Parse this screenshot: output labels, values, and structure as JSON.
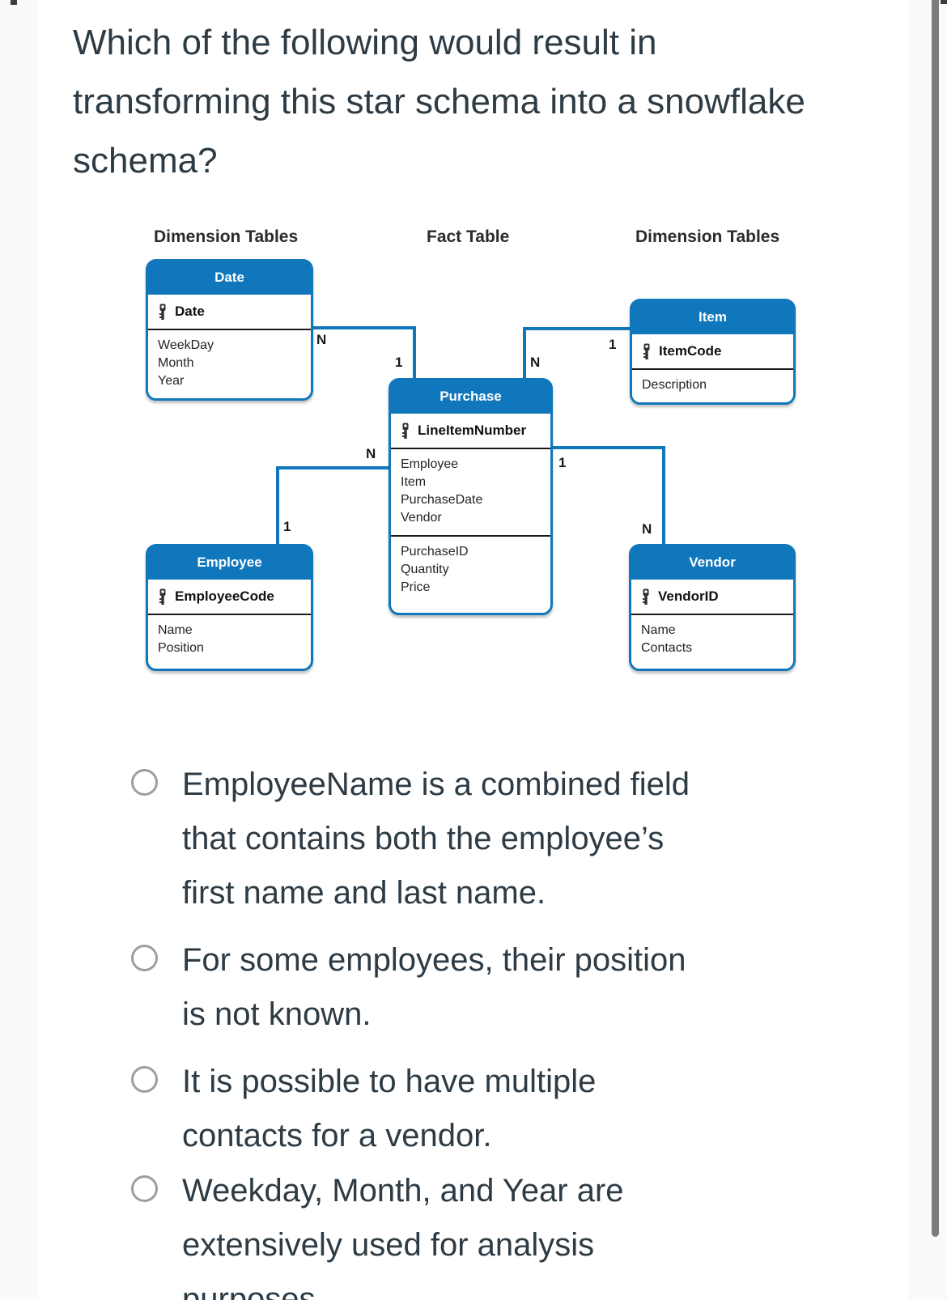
{
  "question": {
    "title": "Which of the following would result in transforming this star schema into a snowflake schema?",
    "title_lines": [
      "Which of the following would result in",
      "transforming this star schema into a snowflake",
      "schema?"
    ]
  },
  "diagram": {
    "section_labels": {
      "left": "Dimension Tables",
      "center": "Fact Table",
      "right": "Dimension Tables"
    },
    "tables": {
      "date": {
        "title": "Date",
        "key": "Date",
        "fields": [
          "WeekDay",
          "Month",
          "Year"
        ]
      },
      "item": {
        "title": "Item",
        "key": "ItemCode",
        "fields": [
          "Description"
        ]
      },
      "purchase": {
        "title": "Purchase",
        "key": "LineItemNumber",
        "fk_fields": [
          "Employee",
          "Item",
          "PurchaseDate",
          "Vendor"
        ],
        "measure_fields": [
          "PurchaseID",
          "Quantity",
          "Price"
        ]
      },
      "employee": {
        "title": "Employee",
        "key": "EmployeeCode",
        "fields": [
          "Name",
          "Position"
        ]
      },
      "vendor": {
        "title": "Vendor",
        "key": "VendorID",
        "fields": [
          "Name",
          "Contacts"
        ]
      }
    },
    "cardinalities": [
      "N",
      "1",
      "1",
      "N",
      "N",
      "1",
      "1",
      "N"
    ],
    "colors": {
      "table_blue": "#1177bd",
      "divider": "#1a1a1a"
    }
  },
  "options": [
    {
      "text": "EmployeeName is a combined field that contains both the employee’s first name and last name.",
      "lines": [
        "EmployeeName is a combined field",
        "that contains both the employee’s",
        "first name and last name."
      ]
    },
    {
      "text": "For some employees, their position is not known.",
      "lines": [
        "For some employees, their position",
        "is not known."
      ]
    },
    {
      "text": "It is possible to have multiple contacts for a vendor.",
      "lines": [
        "It is possible to have multiple",
        "contacts for a vendor."
      ]
    },
    {
      "text": "Weekday, Month, and Year are extensively used for analysis purposes",
      "lines": [
        "Weekday, Month, and Year are",
        "extensively used for analysis",
        "purposes"
      ]
    }
  ],
  "colors": {
    "text": "#2d3b45",
    "radio_border": "#9e9e9e",
    "scrollbar": "#7d7d7d",
    "gutter": "#fafafa"
  }
}
